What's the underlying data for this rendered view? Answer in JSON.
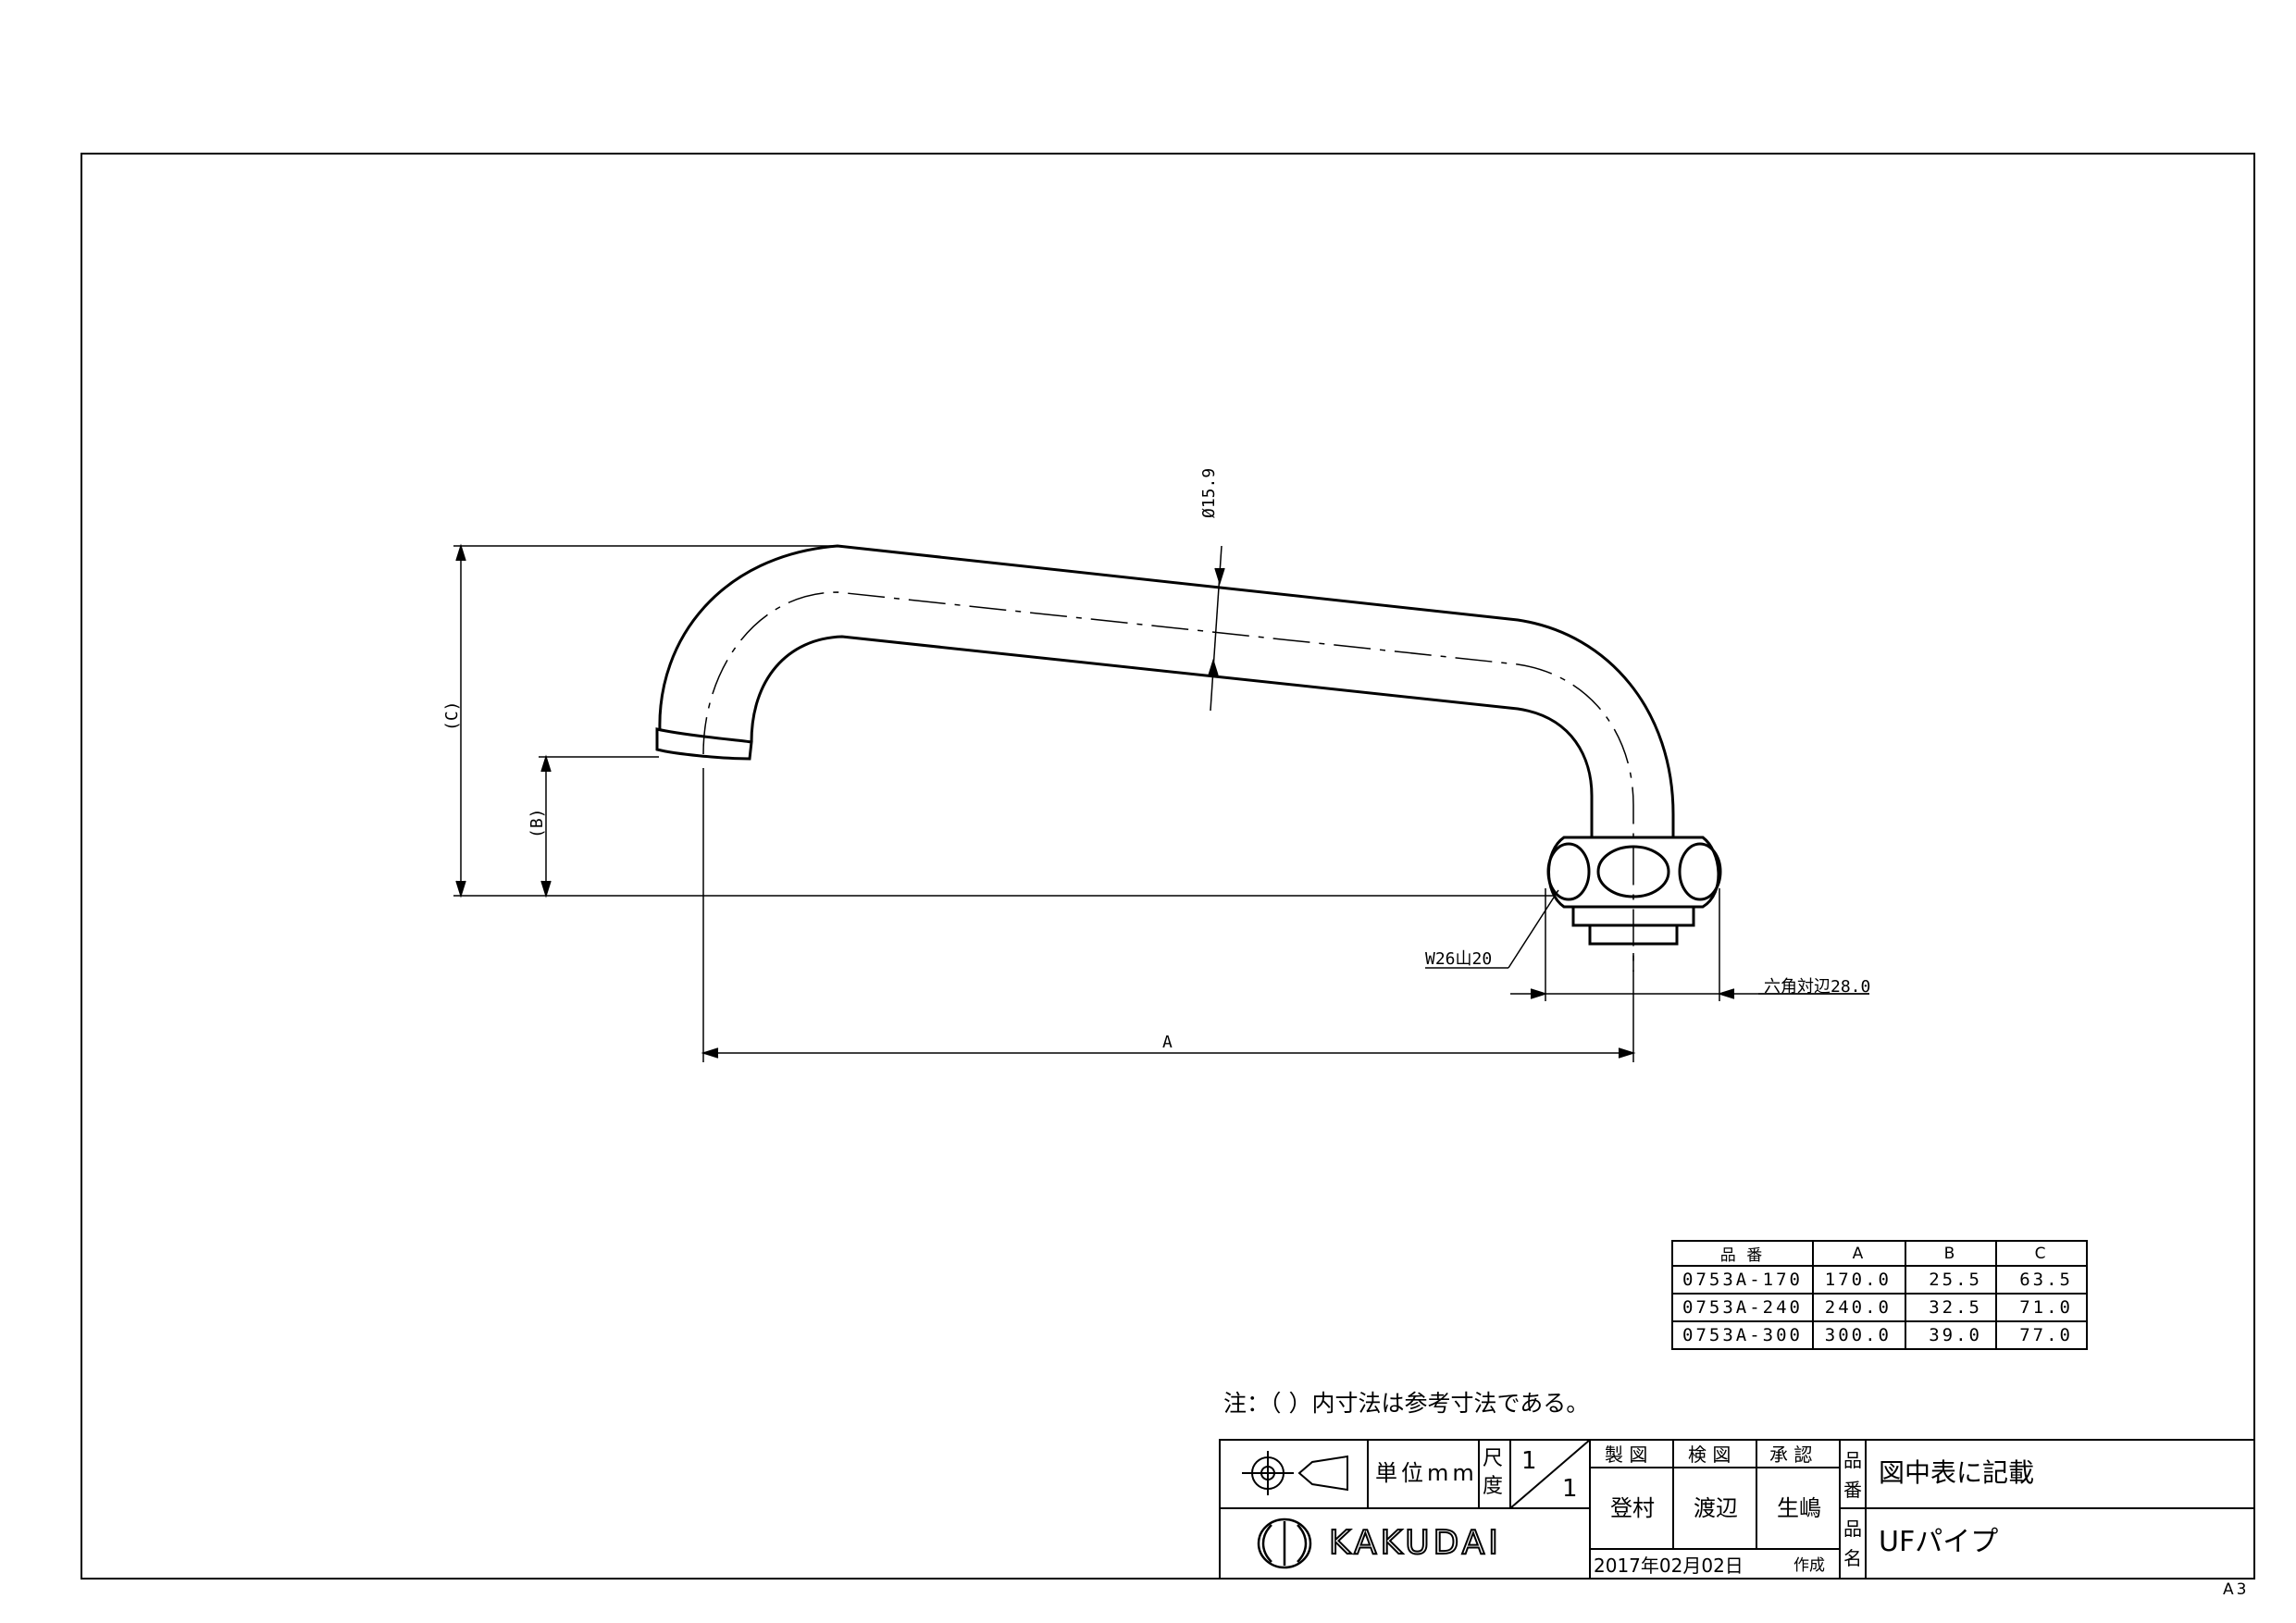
{
  "sheet": {
    "size_label": "A3"
  },
  "dimensions": {
    "diameter": "Ø15.9",
    "c": "(C)",
    "b": "(B)",
    "a": "A",
    "thread": "W26山20",
    "hex": "六角対辺28.0"
  },
  "spec_table": {
    "headers": [
      "品 番",
      "A",
      "B",
      "C"
    ],
    "rows": [
      [
        "0753A-170",
        "170.0",
        "25.5",
        "63.5"
      ],
      [
        "0753A-240",
        "240.0",
        "32.5",
        "71.0"
      ],
      [
        "0753A-300",
        "300.0",
        "39.0",
        "77.0"
      ]
    ]
  },
  "note": "注：（ ）内寸法は参考寸法である。",
  "title_block": {
    "unit_label": "単位mm",
    "scale_label": "尺度",
    "scale_num": "1",
    "scale_den": "1",
    "drawn_label": "製 図",
    "checked_label": "検 図",
    "approved_label": "承 認",
    "drawn_by": "登村",
    "checked_by": "渡辺",
    "approved_by": "生嶋",
    "part_no_label": "品番",
    "part_no": "図中表に記載",
    "part_name_label": "品名",
    "part_name": "UFパイプ",
    "date": "2017年02月02日",
    "created_label": "作成",
    "company": "KAKUDAI"
  }
}
